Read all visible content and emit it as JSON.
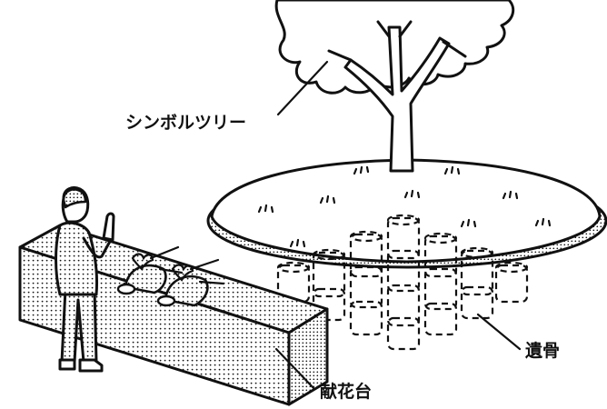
{
  "labels": {
    "tree": "シンボルツリー",
    "remains": "遺骨",
    "altar": "献花台"
  },
  "colors": {
    "ink": "#111111",
    "background": "#ffffff"
  },
  "icons": [
    "tree-icon",
    "grass-tuft-icon",
    "urn-icon",
    "flower-bouquet-icon",
    "praying-person-icon"
  ]
}
